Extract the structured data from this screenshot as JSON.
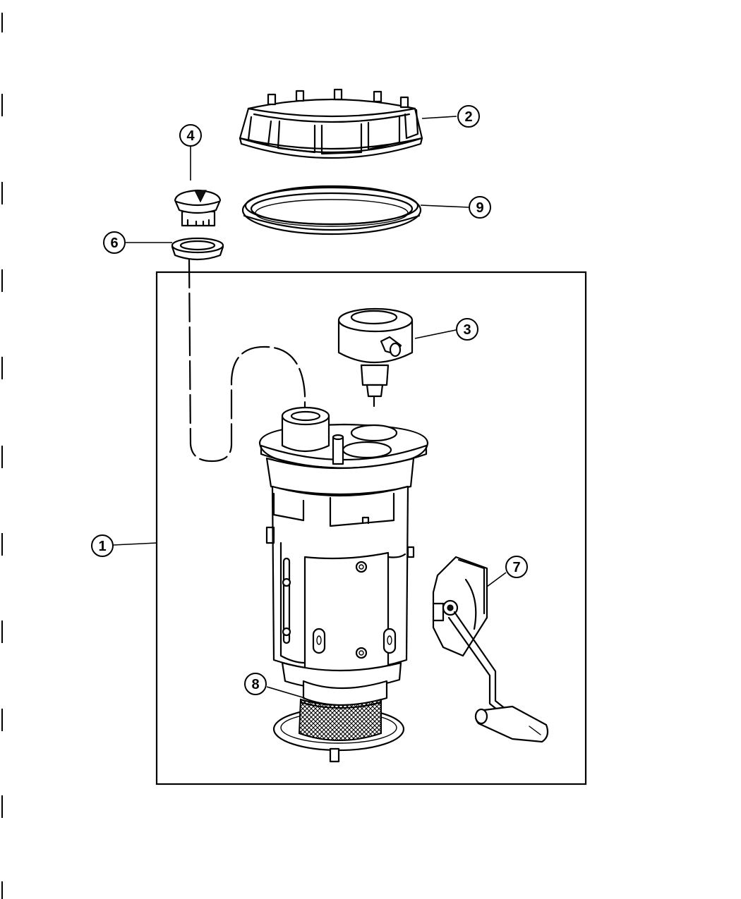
{
  "diagram": {
    "callouts": [
      {
        "id": "1",
        "label": "1"
      },
      {
        "id": "2",
        "label": "2"
      },
      {
        "id": "3",
        "label": "3"
      },
      {
        "id": "4",
        "label": "4"
      },
      {
        "id": "6",
        "label": "6"
      },
      {
        "id": "7",
        "label": "7"
      },
      {
        "id": "8",
        "label": "8"
      },
      {
        "id": "9",
        "label": "9"
      }
    ]
  }
}
